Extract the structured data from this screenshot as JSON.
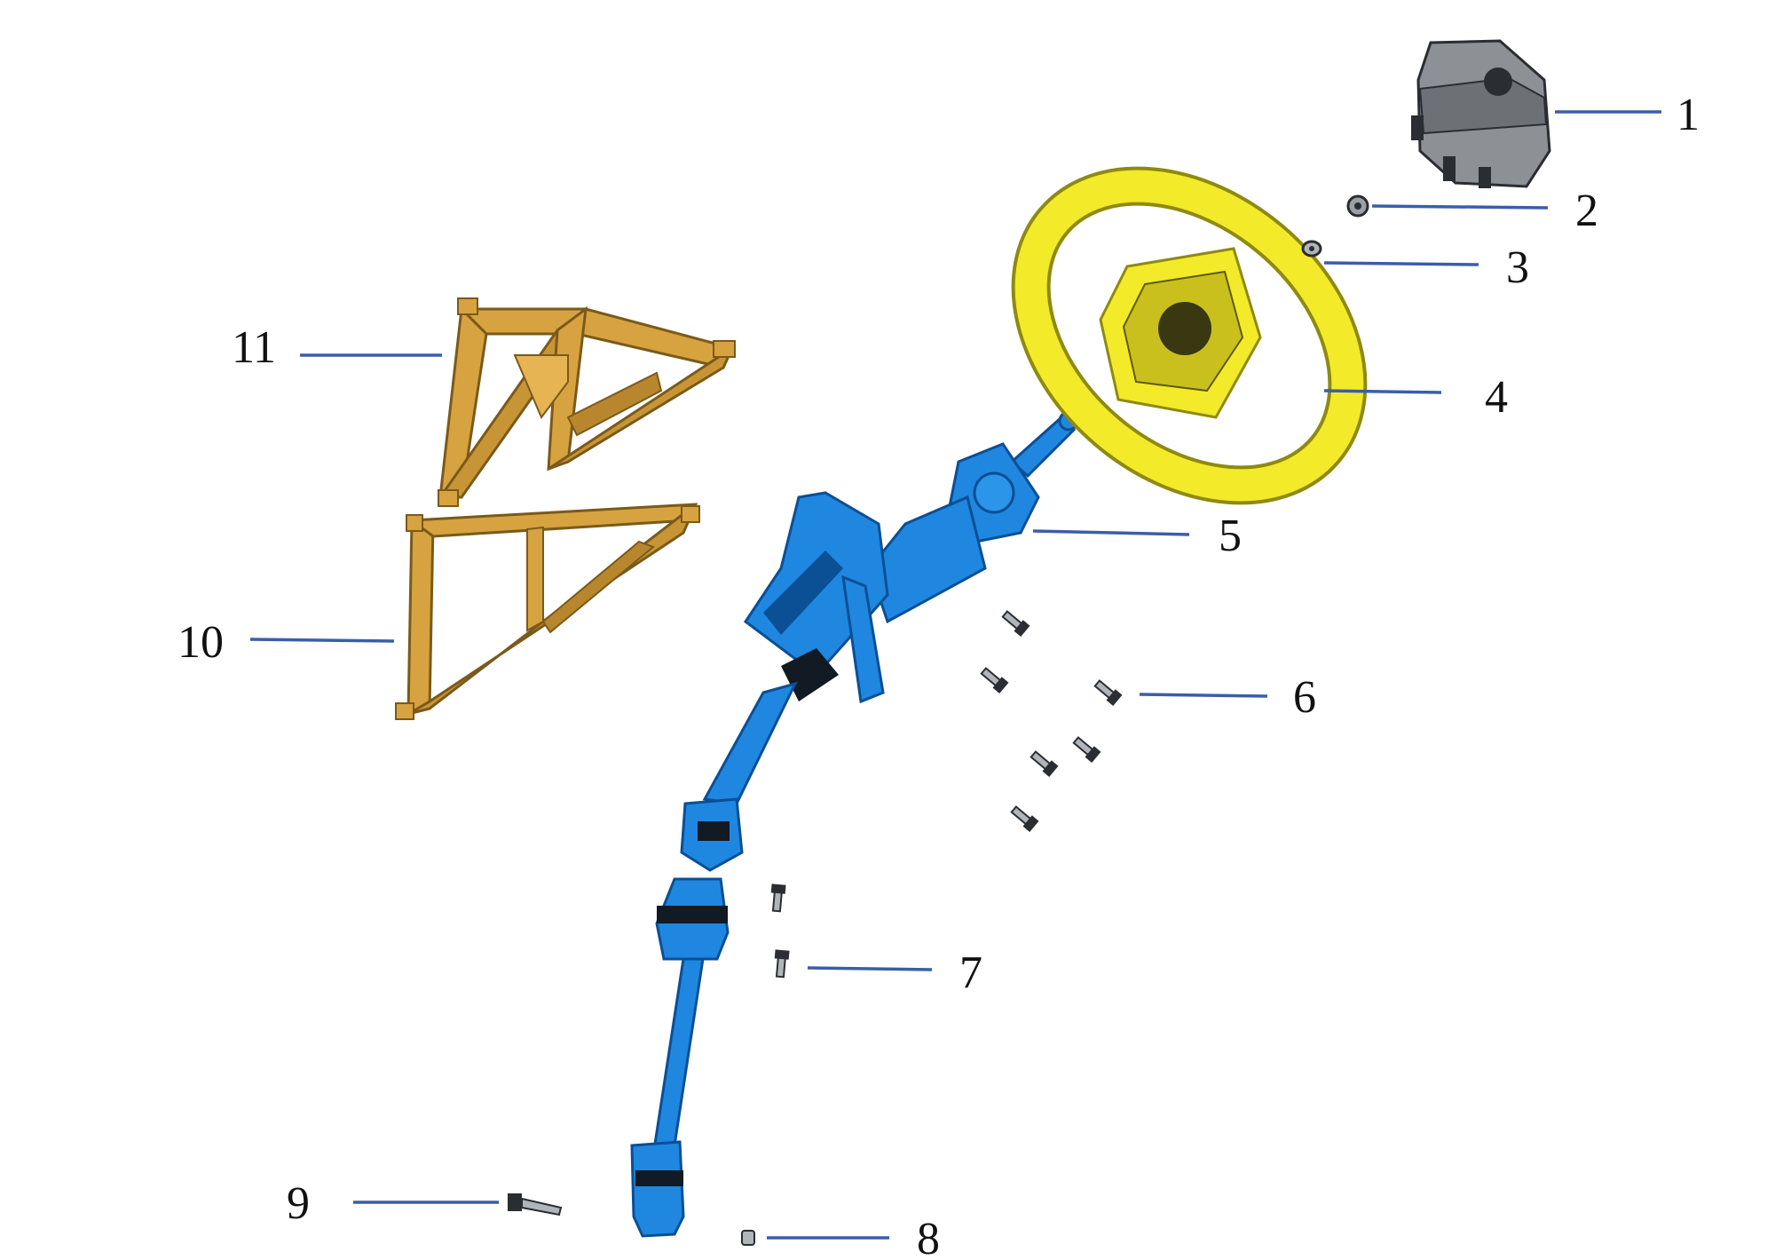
{
  "colors": {
    "column": "#1f87e0",
    "column_dark": "#0b4f95",
    "column_black": "#121a24",
    "wheel": "#f3ea2a",
    "wheel_dark": "#8e8a10",
    "bracket": "#d7a340",
    "bracket_dark": "#7a5a1a",
    "airbag": "#8d9196",
    "airbag_dark": "#2a2d31",
    "leader": "#3a5ea8",
    "bolt": "#9aa0a6"
  },
  "parts": [
    {
      "id": 1,
      "label": "1",
      "component": "airbag-module"
    },
    {
      "id": 2,
      "label": "2",
      "component": "nut"
    },
    {
      "id": 3,
      "label": "3",
      "component": "washer"
    },
    {
      "id": 4,
      "label": "4",
      "component": "steering-wheel"
    },
    {
      "id": 5,
      "label": "5",
      "component": "steering-column"
    },
    {
      "id": 6,
      "label": "6",
      "component": "column-bolts"
    },
    {
      "id": 7,
      "label": "7",
      "component": "bolts"
    },
    {
      "id": 8,
      "label": "8",
      "component": "nut"
    },
    {
      "id": 9,
      "label": "9",
      "component": "pinch-bolt"
    },
    {
      "id": 10,
      "label": "10",
      "component": "lower-bracket"
    },
    {
      "id": 11,
      "label": "11",
      "component": "upper-bracket"
    }
  ]
}
